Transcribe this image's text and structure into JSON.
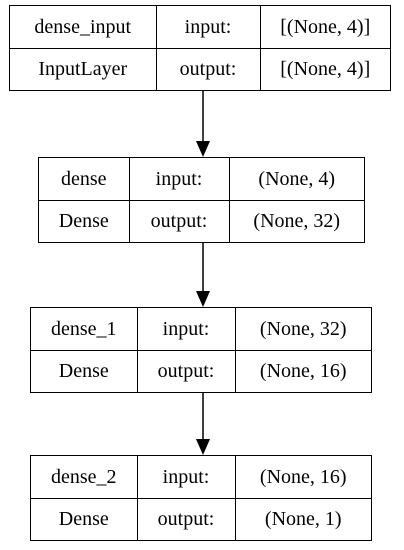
{
  "layers": [
    {
      "name": "dense_input",
      "type": "InputLayer",
      "input_label": "input:",
      "output_label": "output:",
      "input_shape": "[(None, 4)]",
      "output_shape": "[(None, 4)]"
    },
    {
      "name": "dense",
      "type": "Dense",
      "input_label": "input:",
      "output_label": "output:",
      "input_shape": "(None, 4)",
      "output_shape": "(None, 32)"
    },
    {
      "name": "dense_1",
      "type": "Dense",
      "input_label": "input:",
      "output_label": "output:",
      "input_shape": "(None, 32)",
      "output_shape": "(None, 16)"
    },
    {
      "name": "dense_2",
      "type": "Dense",
      "input_label": "input:",
      "output_label": "output:",
      "input_shape": "(None, 16)",
      "output_shape": "(None, 1)"
    }
  ]
}
